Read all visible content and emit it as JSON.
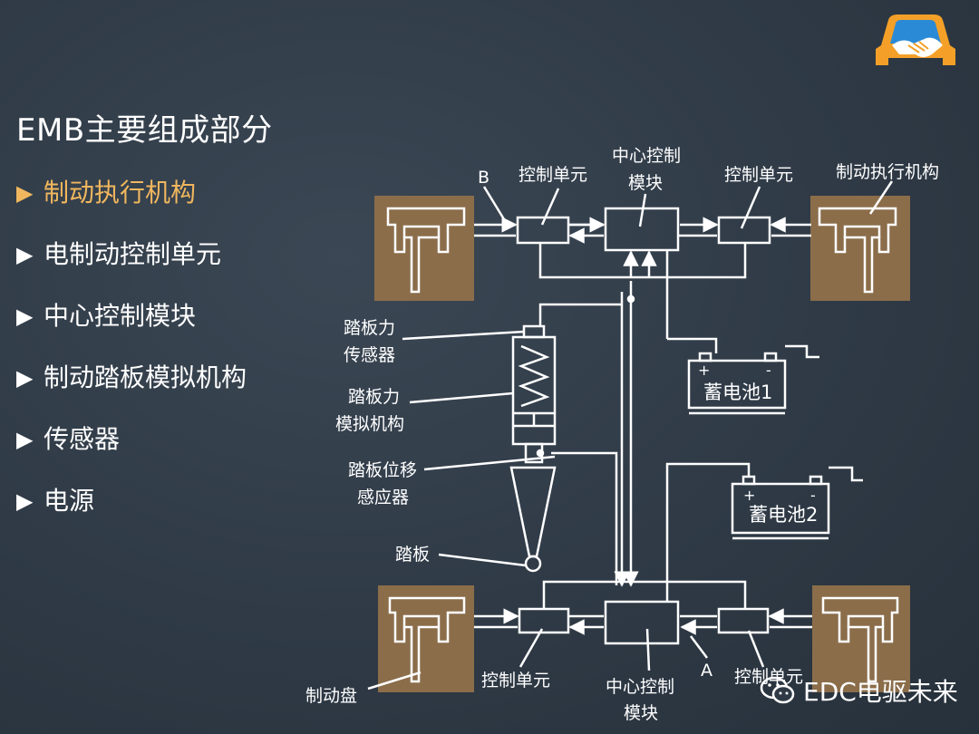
{
  "title": "EMB主要组成部分",
  "menu": [
    {
      "label": "制动执行机构",
      "active": true
    },
    {
      "label": "电制动控制单元",
      "active": false
    },
    {
      "label": "中心控制模块",
      "active": false
    },
    {
      "label": "制动踏板模拟机构",
      "active": false
    },
    {
      "label": "传感器",
      "active": false
    },
    {
      "label": "电源",
      "active": false
    }
  ],
  "arrow_glyph": "▶",
  "diagram": {
    "label_b": "B",
    "label_a": "A",
    "top_left_control_unit": "控制单元",
    "top_center_module_line1": "中心控制",
    "top_center_module_line2": "模块",
    "top_right_control_unit": "控制单元",
    "top_right_actuator": "制动执行机构",
    "pedal_force_sensor_line1": "踏板力",
    "pedal_force_sensor_line2": "传感器",
    "pedal_force_sim_line1": "踏板力",
    "pedal_force_sim_line2": "模拟机构",
    "pedal_disp_sensor_line1": "踏板位移",
    "pedal_disp_sensor_line2": "感应器",
    "pedal": "踏板",
    "battery1": "蓄电池1",
    "battery2": "蓄电池2",
    "battery_plus": "+",
    "battery_minus": "-",
    "brake_disc": "制动盘",
    "bottom_left_control_unit": "控制单元",
    "bottom_center_module_line1": "中心控制",
    "bottom_center_module_line2": "模块",
    "bottom_right_control_unit": "控制单元"
  },
  "watermark": "EDC电驱未来",
  "colors": {
    "accent": "#f1b75e",
    "actuator_fill": "#8b6d4a",
    "line": "#ffffff",
    "logo_orange": "#f4a028",
    "logo_blue": "#2a8ad6"
  }
}
